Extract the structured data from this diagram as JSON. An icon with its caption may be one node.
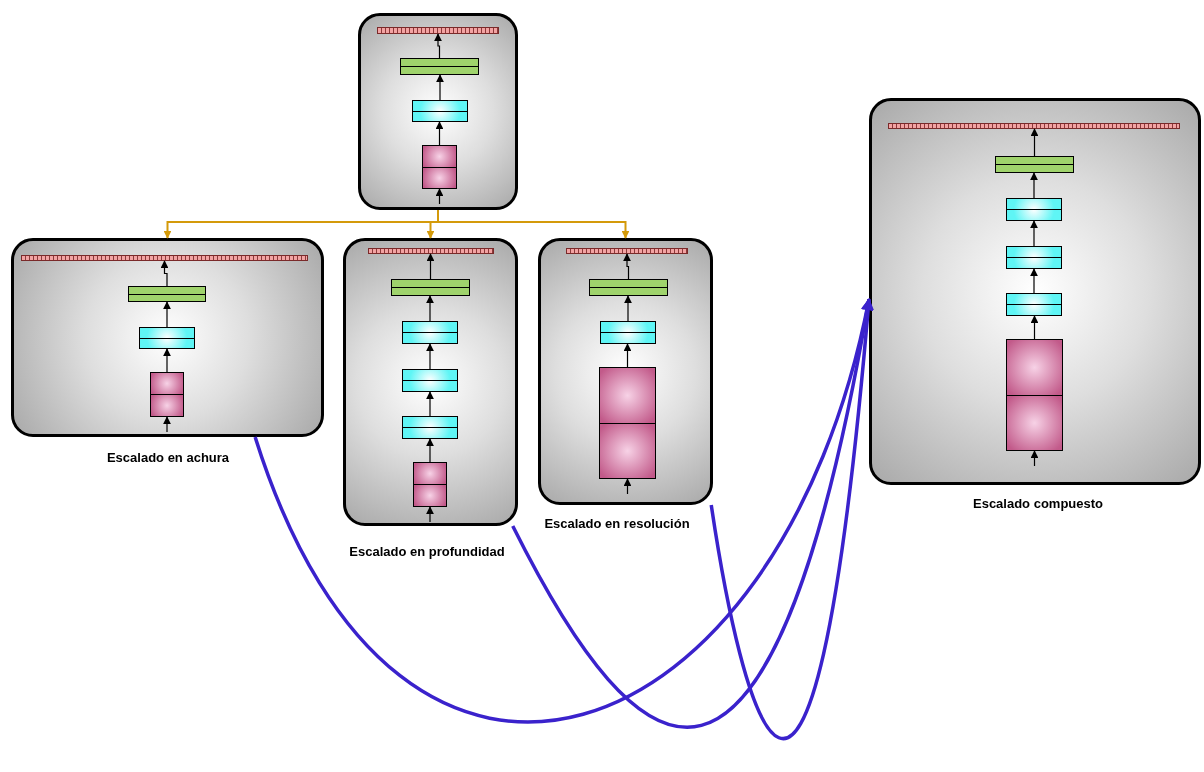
{
  "diagram": {
    "nodes": [
      {
        "text": [],
        "shape": "box"
      },
      {
        "text": [],
        "shape": "bar",
        "in": 0
      },
      {
        "text": [],
        "shape": "box",
        "in": 0
      },
      {
        "text": [],
        "shape": "box",
        "in": 0
      },
      {
        "text": [],
        "shape": "box",
        "in": 0
      },
      {
        "text": [],
        "shape": "box",
        "beside": [
          "Escalado en achura"
        ]
      },
      {
        "text": [],
        "shape": "bar",
        "in": 5
      },
      {
        "text": [],
        "shape": "box",
        "in": 5
      },
      {
        "text": [],
        "shape": "box",
        "in": 5
      },
      {
        "text": [],
        "shape": "box",
        "in": 5
      },
      {
        "text": [],
        "shape": "box",
        "beside": [
          "Escalado en profundidad"
        ]
      },
      {
        "text": [],
        "shape": "bar",
        "in": 10
      },
      {
        "text": [],
        "shape": "box",
        "in": 10
      },
      {
        "text": [],
        "shape": "box",
        "in": 10
      },
      {
        "text": [],
        "shape": "box",
        "in": 10
      },
      {
        "text": [],
        "shape": "box",
        "in": 10
      },
      {
        "text": [],
        "shape": "box",
        "in": 10
      },
      {
        "text": [],
        "shape": "box",
        "beside": [
          "Escalado en resolución"
        ]
      },
      {
        "text": [],
        "shape": "bar",
        "in": 17
      },
      {
        "text": [],
        "shape": "box",
        "in": 17
      },
      {
        "text": [],
        "shape": "box",
        "in": 17
      },
      {
        "text": [],
        "shape": "box",
        "in": 17
      },
      {
        "text": [],
        "shape": "box",
        "beside": [
          "Escalado compuesto"
        ]
      },
      {
        "text": [],
        "shape": "bar",
        "in": 22
      },
      {
        "text": [],
        "shape": "box",
        "in": 22
      },
      {
        "text": [],
        "shape": "box",
        "in": 22
      },
      {
        "text": [],
        "shape": "box",
        "in": 22
      },
      {
        "text": [],
        "shape": "box",
        "in": 22
      },
      {
        "text": [],
        "shape": "box",
        "in": 22
      }
    ],
    "edges": [
      {
        "from": 0,
        "to": 5,
        "arrow": "to",
        "color": "#d49a0a"
      },
      {
        "from": 0,
        "to": 10,
        "arrow": "to",
        "color": "#d49a0a"
      },
      {
        "from": 0,
        "to": 17,
        "arrow": "to",
        "color": "#d49a0a"
      },
      {
        "from": 5,
        "to": 22,
        "arrow": "to",
        "style": "thick",
        "color": "#3a22cc"
      },
      {
        "from": 10,
        "to": 22,
        "arrow": "to",
        "style": "thick",
        "color": "#3a22cc"
      },
      {
        "from": 17,
        "to": 22,
        "arrow": "to",
        "style": "thick",
        "color": "#3a22cc"
      },
      {
        "from": null,
        "to": 4,
        "arrow": "to"
      },
      {
        "from": 4,
        "to": 3,
        "arrow": "to"
      },
      {
        "from": 3,
        "to": 2,
        "arrow": "to"
      },
      {
        "from": 2,
        "to": 1,
        "arrow": "to"
      },
      {
        "from": null,
        "to": 9,
        "arrow": "to"
      },
      {
        "from": 9,
        "to": 8,
        "arrow": "to"
      },
      {
        "from": 8,
        "to": 7,
        "arrow": "to"
      },
      {
        "from": 7,
        "to": 6,
        "arrow": "to"
      },
      {
        "from": null,
        "to": 16,
        "arrow": "to"
      },
      {
        "from": 16,
        "to": 15,
        "arrow": "to"
      },
      {
        "from": 15,
        "to": 14,
        "arrow": "to"
      },
      {
        "from": 14,
        "to": 13,
        "arrow": "to"
      },
      {
        "from": 13,
        "to": 12,
        "arrow": "to"
      },
      {
        "from": 12,
        "to": 11,
        "arrow": "to"
      },
      {
        "from": null,
        "to": 21,
        "arrow": "to"
      },
      {
        "from": 21,
        "to": 20,
        "arrow": "to"
      },
      {
        "from": 20,
        "to": 19,
        "arrow": "to"
      },
      {
        "from": 19,
        "to": 18,
        "arrow": "to"
      },
      {
        "from": null,
        "to": 28,
        "arrow": "to"
      },
      {
        "from": 28,
        "to": 27,
        "arrow": "to"
      },
      {
        "from": 27,
        "to": 26,
        "arrow": "to"
      },
      {
        "from": 26,
        "to": 25,
        "arrow": "to"
      },
      {
        "from": 25,
        "to": 24,
        "arrow": "to"
      },
      {
        "from": 24,
        "to": 23,
        "arrow": "to"
      }
    ]
  }
}
